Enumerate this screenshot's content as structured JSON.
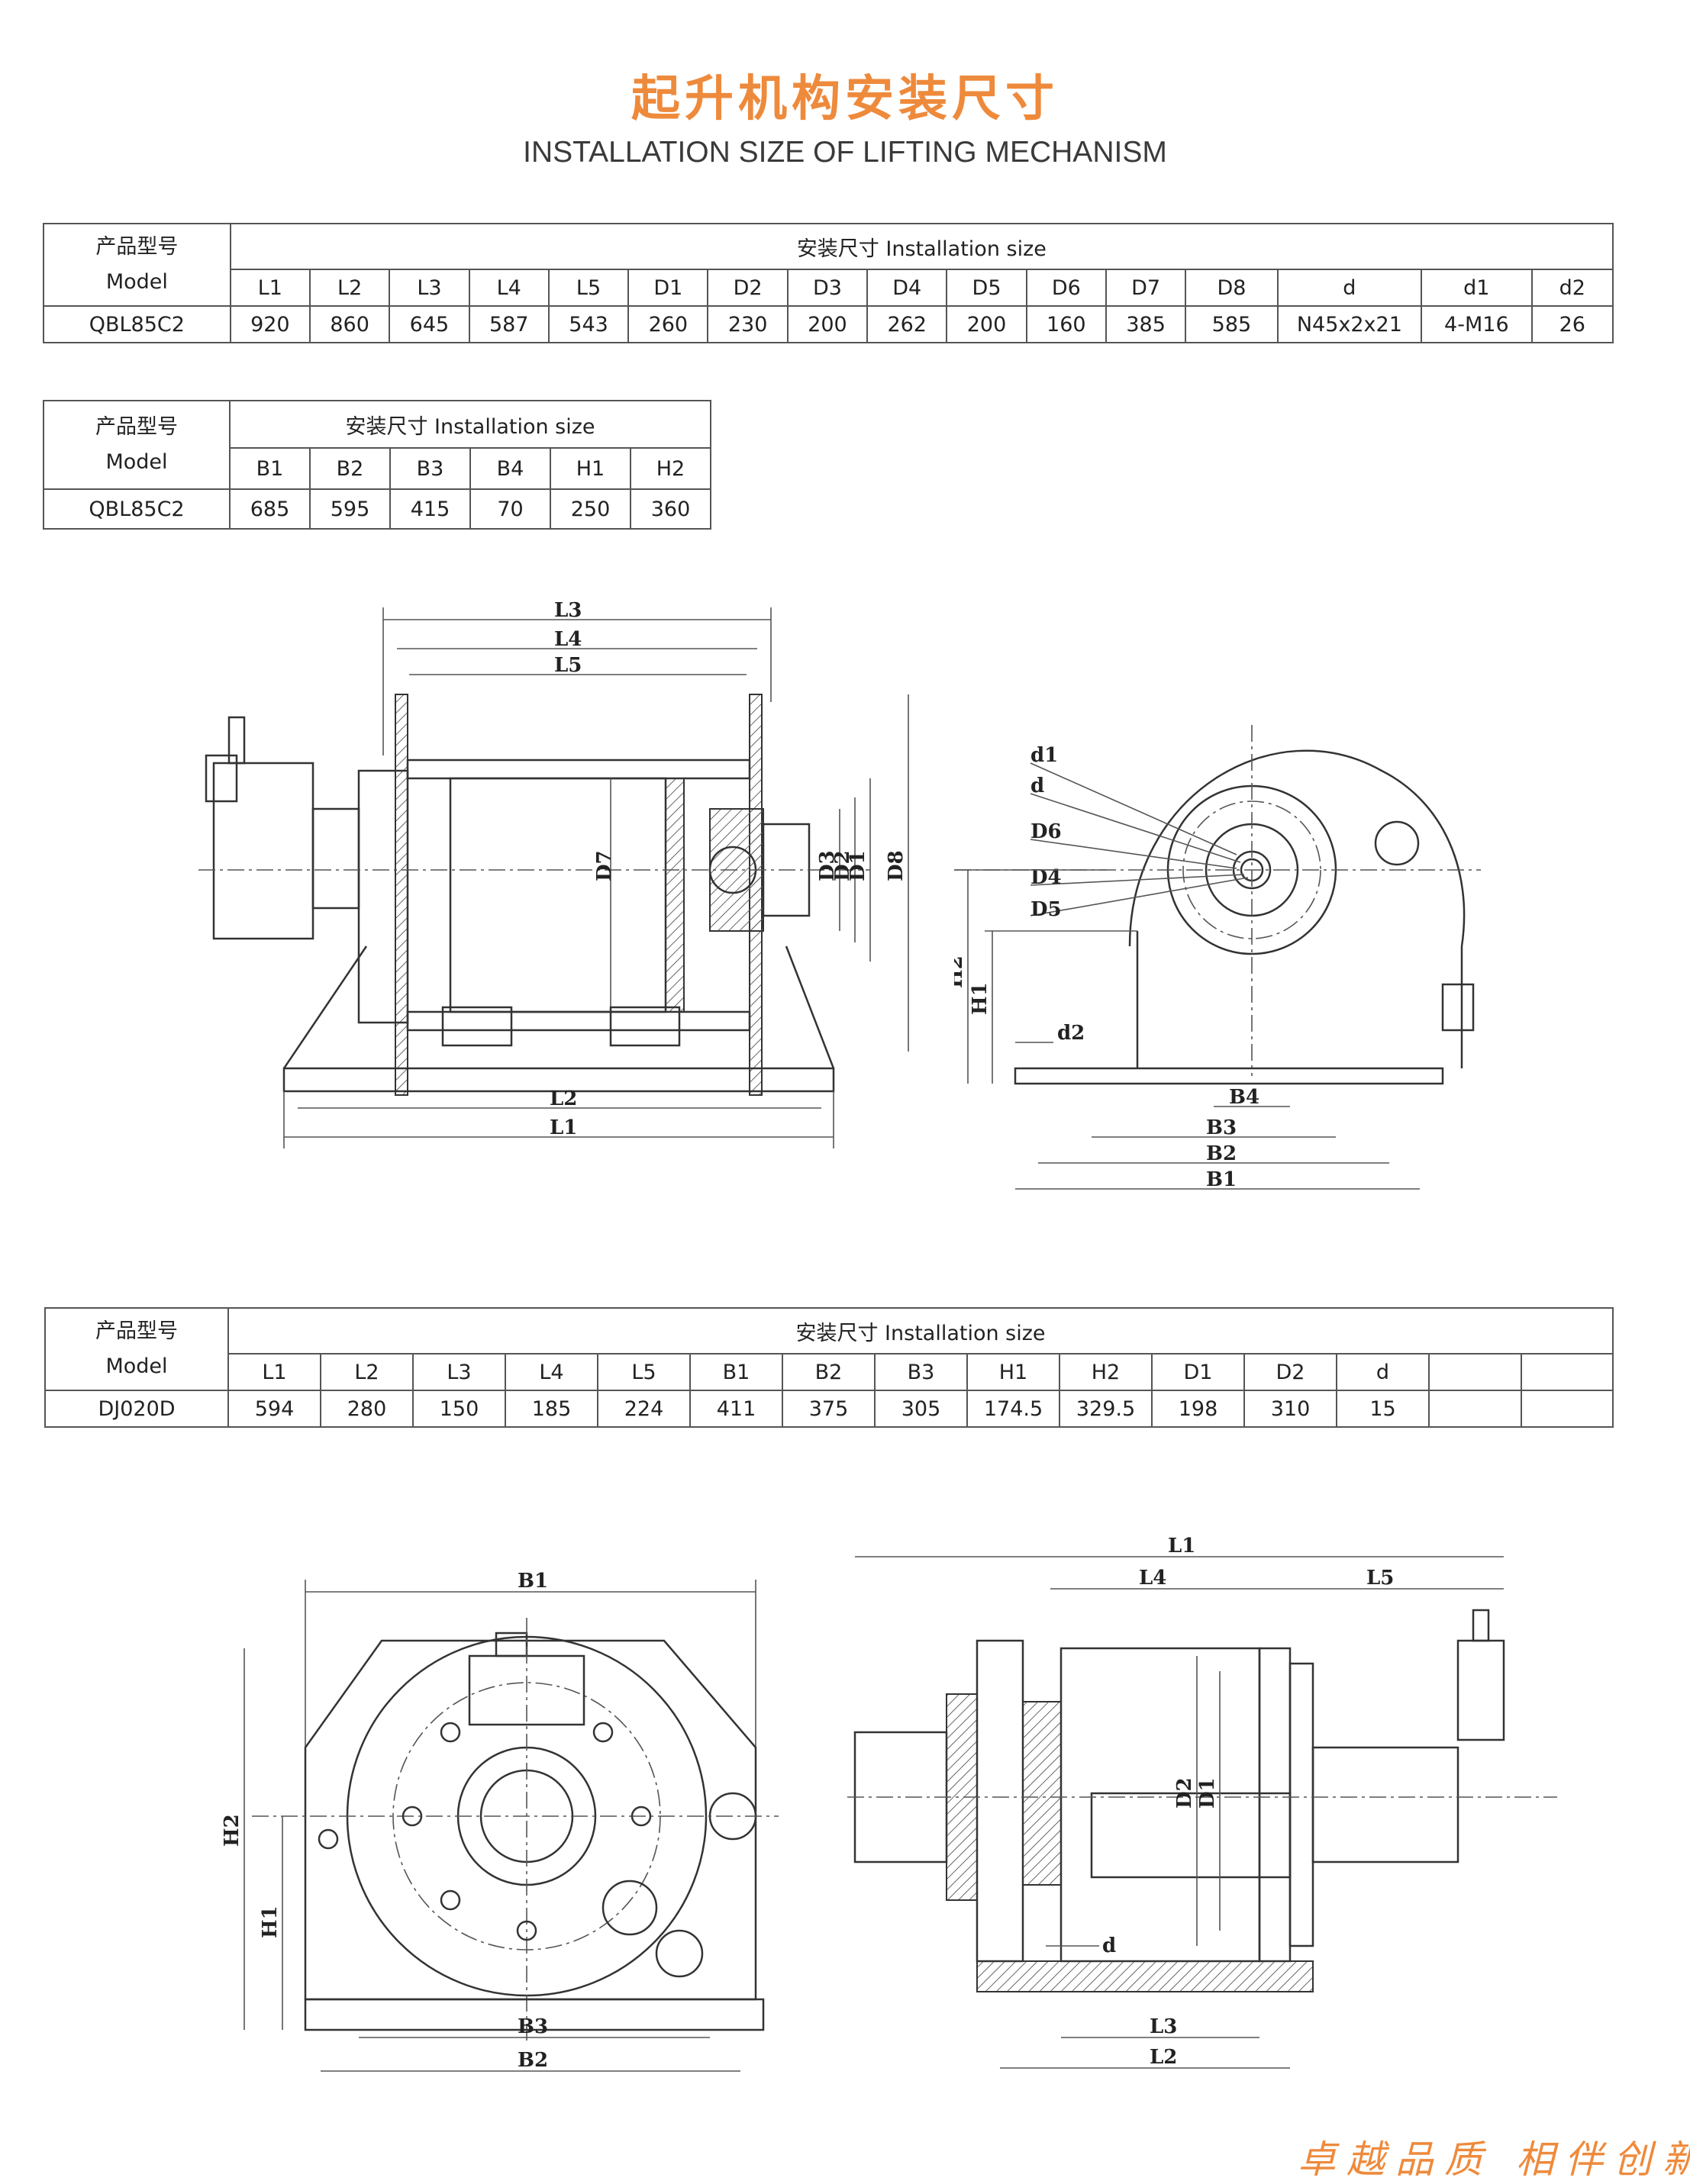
{
  "header": {
    "title_cn": "起升机构安装尺寸",
    "title_en": "INSTALLATION SIZE OF LIFTING MECHANISM"
  },
  "tables": [
    {
      "model_label_cn": "产品型号",
      "model_label_en": "Model",
      "group_label": "安装尺寸    Installation size",
      "columns": [
        "L1",
        "L2",
        "L3",
        "L4",
        "L5",
        "D1",
        "D2",
        "D3",
        "D4",
        "D5",
        "D6",
        "D7",
        "D8",
        "d",
        "d1",
        "d2"
      ],
      "rows": [
        {
          "model": "QBL85C2",
          "values": [
            "920",
            "860",
            "645",
            "587",
            "543",
            "260",
            "230",
            "200",
            "262",
            "200",
            "160",
            "385",
            "585",
            "N45x2x21",
            "4-M16",
            "26"
          ]
        }
      ]
    },
    {
      "model_label_cn": "产品型号",
      "model_label_en": "Model",
      "group_label": "安装尺寸    Installation size",
      "columns": [
        "B1",
        "B2",
        "B3",
        "B4",
        "H1",
        "H2"
      ],
      "rows": [
        {
          "model": "QBL85C2",
          "values": [
            "685",
            "595",
            "415",
            "70",
            "250",
            "360"
          ]
        }
      ]
    },
    {
      "model_label_cn": "产品型号",
      "model_label_en": "Model",
      "group_label": "安装尺寸    Installation size",
      "columns": [
        "L1",
        "L2",
        "L3",
        "L4",
        "L5",
        "B1",
        "B2",
        "B3",
        "H1",
        "H2",
        "D1",
        "D2",
        "d",
        "",
        ""
      ],
      "rows": [
        {
          "model": "DJ020D",
          "values": [
            "594",
            "280",
            "150",
            "185",
            "224",
            "411",
            "375",
            "305",
            "174.5",
            "329.5",
            "198",
            "310",
            "15",
            "",
            ""
          ]
        }
      ]
    }
  ],
  "drawings": {
    "qbl_side": {
      "L3": "L3",
      "L4": "L4",
      "L5": "L5",
      "L2": "L2",
      "L1": "L1",
      "D7": "D7",
      "D3": "D3",
      "D2": "D2",
      "D1": "D1",
      "D8": "D8"
    },
    "qbl_front": {
      "d1": "d1",
      "d": "d",
      "D6": "D6",
      "D4": "D4",
      "D5": "D5",
      "H2": "H2",
      "H1": "H1",
      "d2": "d2",
      "B4": "B4",
      "B3": "B3",
      "B2": "B2",
      "B1": "B1"
    },
    "dj_front": {
      "B1": "B1",
      "H2": "H2",
      "H1": "H1",
      "B3": "B3",
      "B2": "B2"
    },
    "dj_side": {
      "L1": "L1",
      "L4": "L4",
      "L5": "L5",
      "D2": "D2",
      "D1": "D1",
      "d": "d",
      "L3": "L3",
      "L2": "L2"
    }
  },
  "footer": {
    "slogan": "卓越品质 相伴创新"
  }
}
